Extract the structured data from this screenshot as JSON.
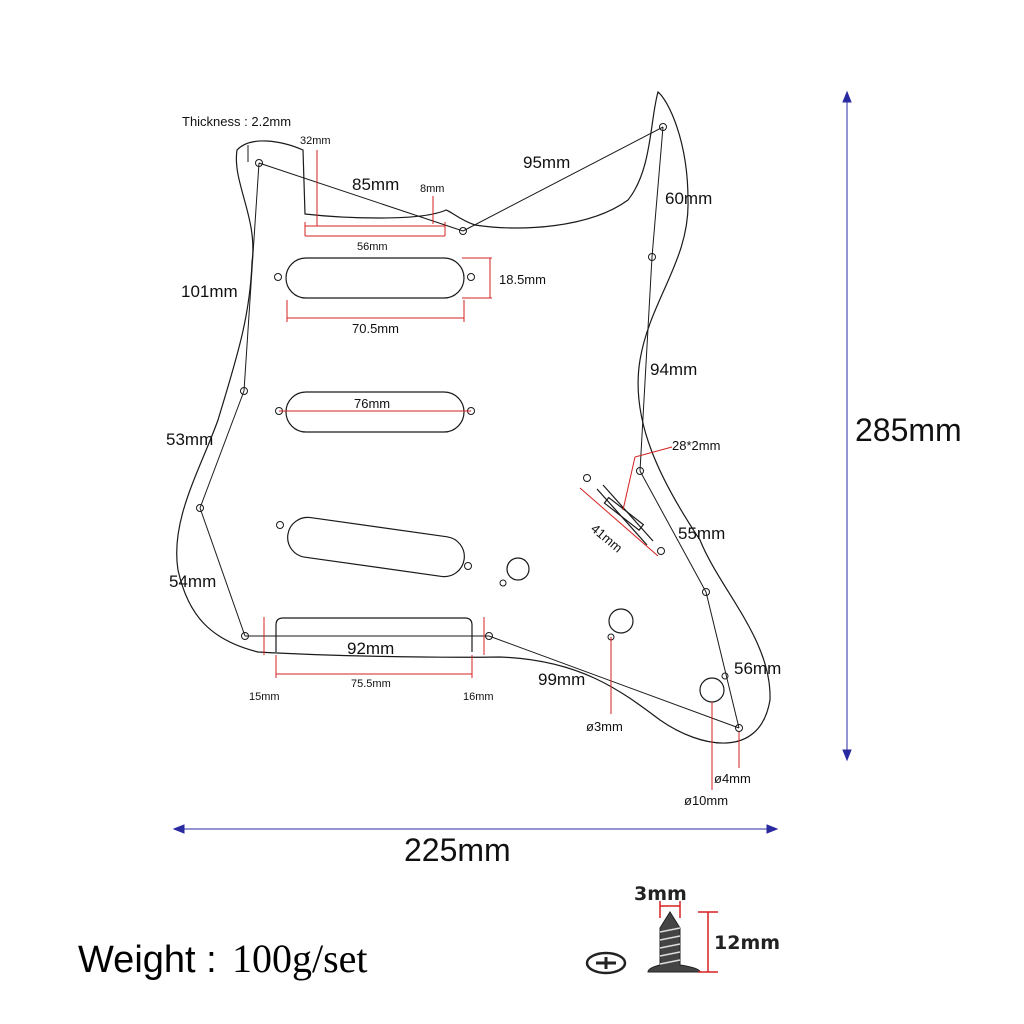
{
  "labels": {
    "thickness": "Thickness : 2.2mm",
    "d32": "32mm",
    "d85": "85mm",
    "d8": "8mm",
    "d95": "95mm",
    "d60": "60mm",
    "d56a": "56mm",
    "d185": "18.5mm",
    "d101": "101mm",
    "d705": "70.5mm",
    "d76": "76mm",
    "d94": "94mm",
    "d53": "53mm",
    "d282": "28*2mm",
    "d41": "41mm",
    "d55": "55mm",
    "d54": "54mm",
    "d92": "92mm",
    "d56b": "56mm",
    "d99": "99mm",
    "d15": "15mm",
    "d755": "75.5mm",
    "d16": "16mm",
    "dia3": "ø3mm",
    "dia4": "ø4mm",
    "dia10": "ø10mm",
    "height": "285mm",
    "width": "225mm"
  },
  "weight": {
    "prefix": "Weight :",
    "value": "100g/set"
  },
  "screw": {
    "diameter": "3mm",
    "length": "12mm"
  },
  "colors": {
    "outline": "#1a1a1a",
    "dimension_red": "#d62020",
    "dimension_blue": "#2a2aa0"
  }
}
